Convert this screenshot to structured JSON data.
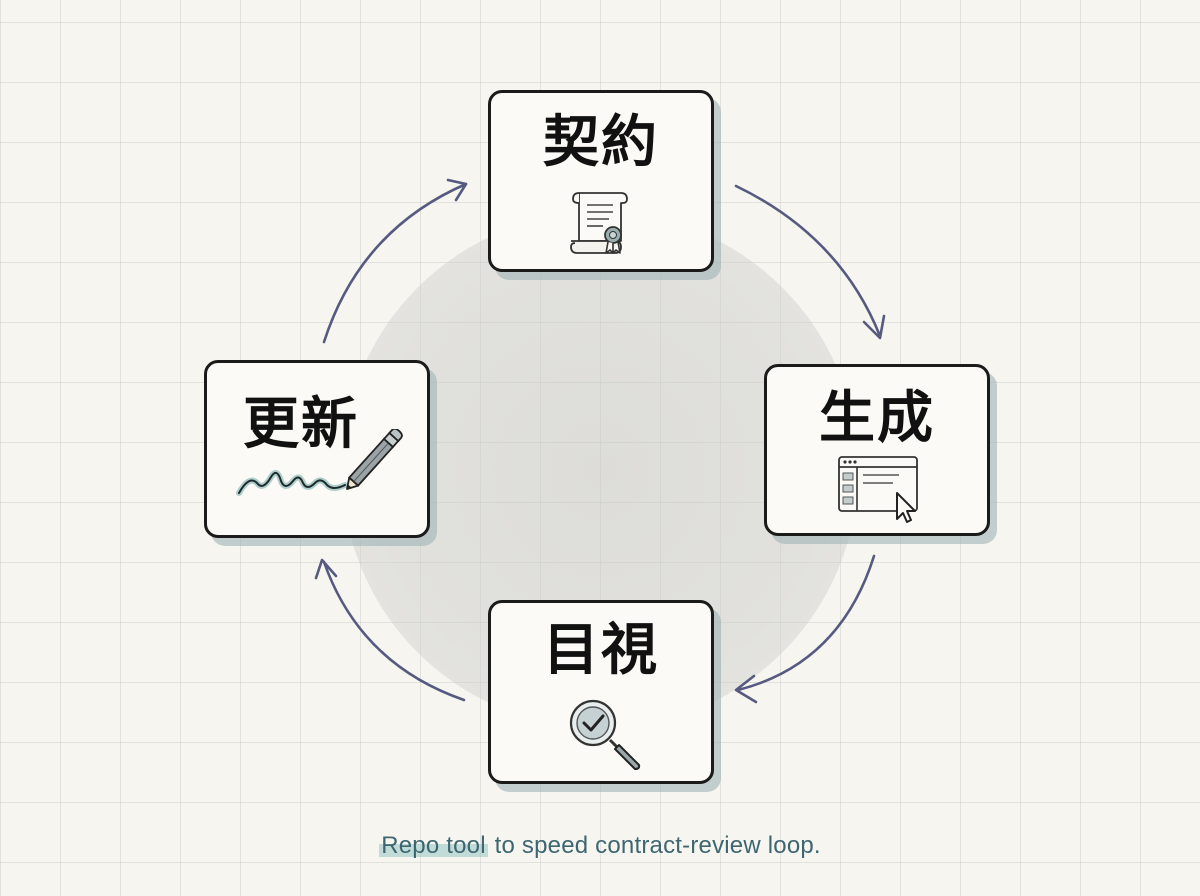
{
  "nodes": {
    "contract": {
      "label": "契約",
      "icon": "certificate-scroll-icon"
    },
    "generate": {
      "label": "生成",
      "icon": "browser-window-cursor-icon"
    },
    "review": {
      "label": "目視",
      "icon": "magnifier-check-icon"
    },
    "update": {
      "label": "更新",
      "icon": "pencil-signature-icon"
    }
  },
  "edges": [
    {
      "from": "contract",
      "to": "generate"
    },
    {
      "from": "generate",
      "to": "review"
    },
    {
      "from": "review",
      "to": "update"
    },
    {
      "from": "update",
      "to": "contract"
    }
  ],
  "caption": {
    "highlight": "Repo tool",
    "rest": " to speed contract-review loop."
  },
  "colors": {
    "background": "#f6f5f0",
    "arrow": "#565a80",
    "card_border": "#1b1b1b",
    "card_shadow": "#a0b4b6",
    "caption_text": "#3e6670",
    "caption_highlight": "#96c8c4"
  }
}
